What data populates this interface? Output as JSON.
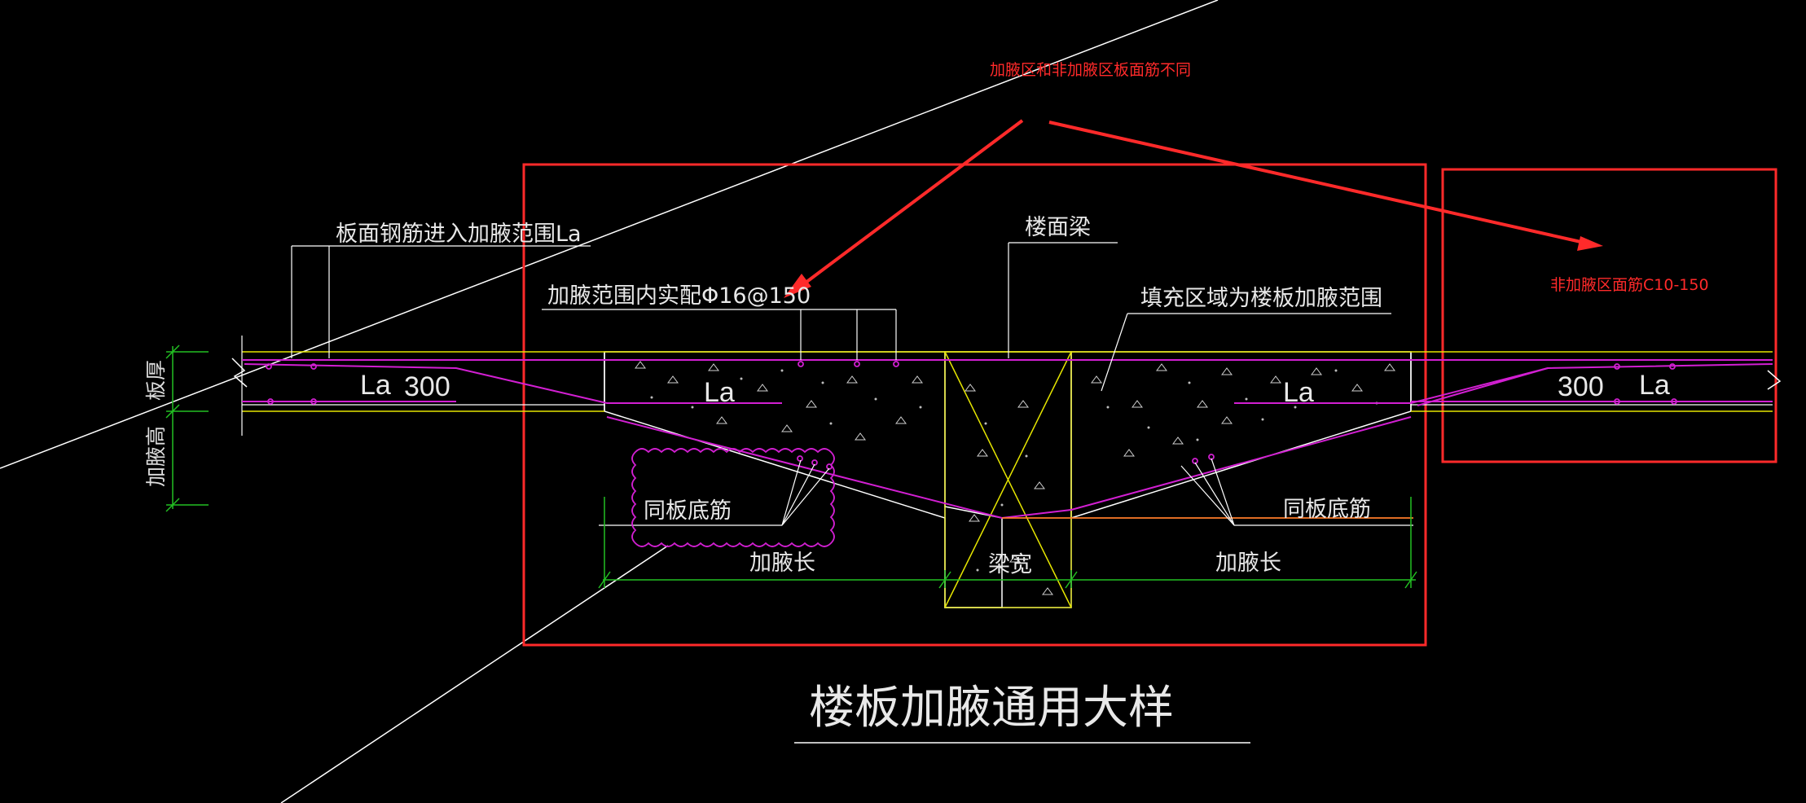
{
  "colors": {
    "background": "#000000",
    "annotation_red": "#ff2a2a",
    "line_white": "#ffffff",
    "line_yellow": "#e6e600",
    "line_magenta": "#d21fd2",
    "line_green": "#22c022",
    "text_light": "#e8e8e8",
    "text_green": "#dddddd"
  },
  "annotations": {
    "top_note": "加腋区和非加腋区板面筋不同",
    "right_note": "非加腋区面筋C10-150"
  },
  "labels": {
    "slab_rebar_into_haunch": "板面钢筋进入加腋范围La",
    "haunch_actual_rebar": "加腋范围内实配Φ16@150",
    "floor_beam": "楼面梁",
    "fill_region": "填充区域为楼板加腋范围",
    "same_bottom_left": "同板底筋",
    "same_bottom_right": "同板底筋",
    "haunch_length_left": "加腋长",
    "haunch_length_right": "加腋长",
    "beam_width": "梁宽",
    "slab_thickness": "板厚",
    "haunch_height": "加腋高",
    "la_left_slab": "La",
    "dim_300_left": "300",
    "la_left_haunch": "La",
    "la_right_haunch": "La",
    "dim_300_right": "300",
    "la_right_slab": "La"
  },
  "title": "楼板加腋通用大样"
}
